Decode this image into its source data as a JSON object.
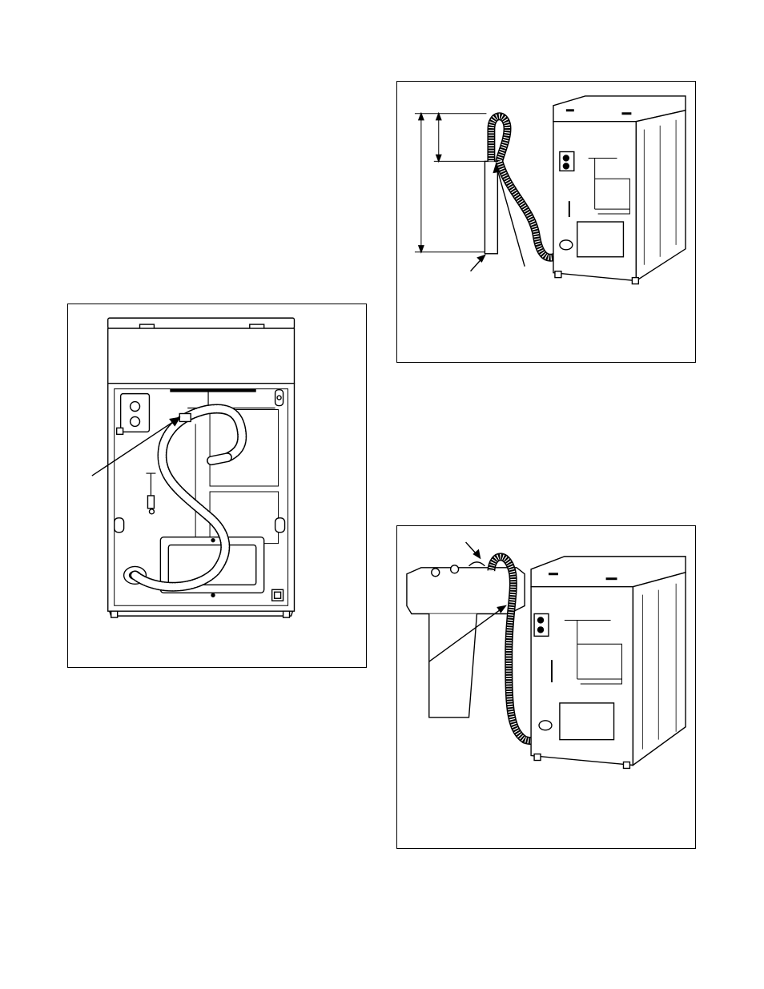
{
  "figures": [
    {
      "id": "fig-rear",
      "subject": "washer-rear-view-drain-hose"
    },
    {
      "id": "fig-standpipe",
      "subject": "washer-drain-to-standpipe"
    },
    {
      "id": "fig-tub",
      "subject": "washer-drain-to-laundry-tub"
    }
  ],
  "colors": {
    "line": "#000000",
    "panel": "#ffffff",
    "shade": "#dcdcdc",
    "dark": "#9a9a9a"
  }
}
